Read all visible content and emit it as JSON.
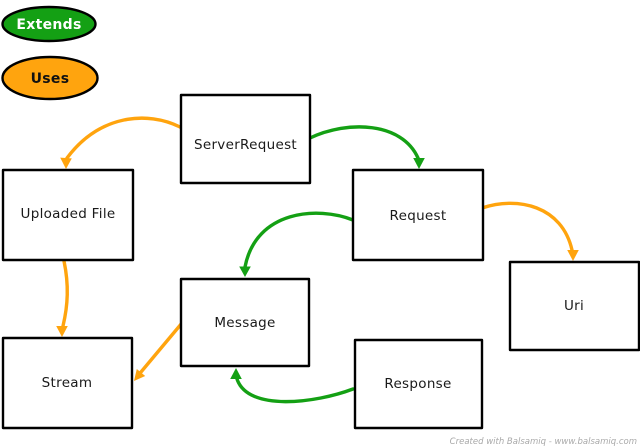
{
  "colors": {
    "extends": "#14A014",
    "uses": "#FFA40E",
    "node_fill": "#FFFFFF",
    "node_border": "#000000",
    "footer_gray": "#A9A9A9"
  },
  "legend": {
    "extends": {
      "label": "Extends"
    },
    "uses": {
      "label": "Uses"
    }
  },
  "nodes": {
    "server_request": {
      "label": "ServerRequest"
    },
    "uploaded_file": {
      "label": "Uploaded File"
    },
    "request": {
      "label": "Request"
    },
    "message": {
      "label": "Message"
    },
    "stream": {
      "label": "Stream"
    },
    "response": {
      "label": "Response"
    },
    "uri": {
      "label": "Uri"
    }
  },
  "edges": [
    {
      "from": "ServerRequest",
      "to": "Uploaded File",
      "type": "uses"
    },
    {
      "from": "ServerRequest",
      "to": "Request",
      "type": "extends"
    },
    {
      "from": "Request",
      "to": "Message",
      "type": "extends"
    },
    {
      "from": "Request",
      "to": "Uri",
      "type": "uses"
    },
    {
      "from": "Uploaded File",
      "to": "Stream",
      "type": "uses"
    },
    {
      "from": "Message",
      "to": "Stream",
      "type": "uses"
    },
    {
      "from": "Response",
      "to": "Message",
      "type": "extends"
    }
  ],
  "footer": {
    "credit": "Created with Balsamiq - www.balsamiq.com"
  }
}
